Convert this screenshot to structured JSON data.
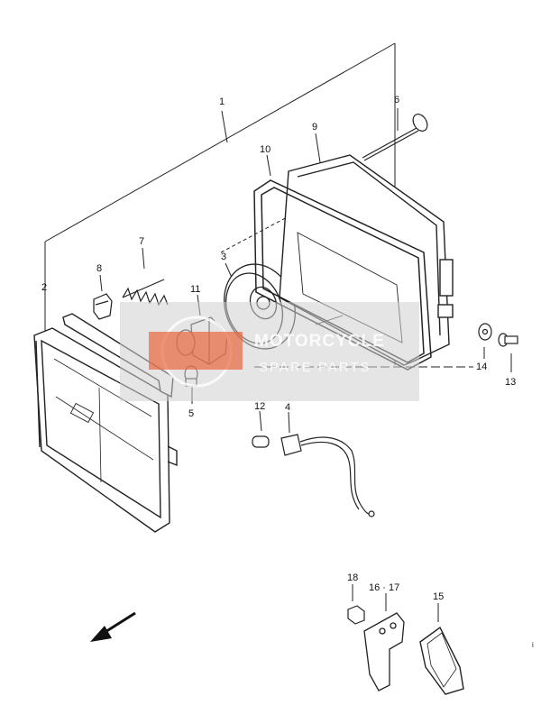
{
  "diagram": {
    "callouts": {
      "c1": "1",
      "c2": "2",
      "c3": "3",
      "c4": "4",
      "c5": "5",
      "c6": "6",
      "c7": "7",
      "c8": "8",
      "c9": "9",
      "c10": "10",
      "c11": "11",
      "c12": "12",
      "c13": "13",
      "c14": "14",
      "c15": "15",
      "c16_17": "16 · 17",
      "c18": "18"
    },
    "corner_mark": "i"
  },
  "watermark": {
    "line1": "MOTORCYCLE",
    "line2": "SPARE PARTS",
    "colors": {
      "panel": "#cfcfcf",
      "logo": "#e8663c"
    }
  }
}
